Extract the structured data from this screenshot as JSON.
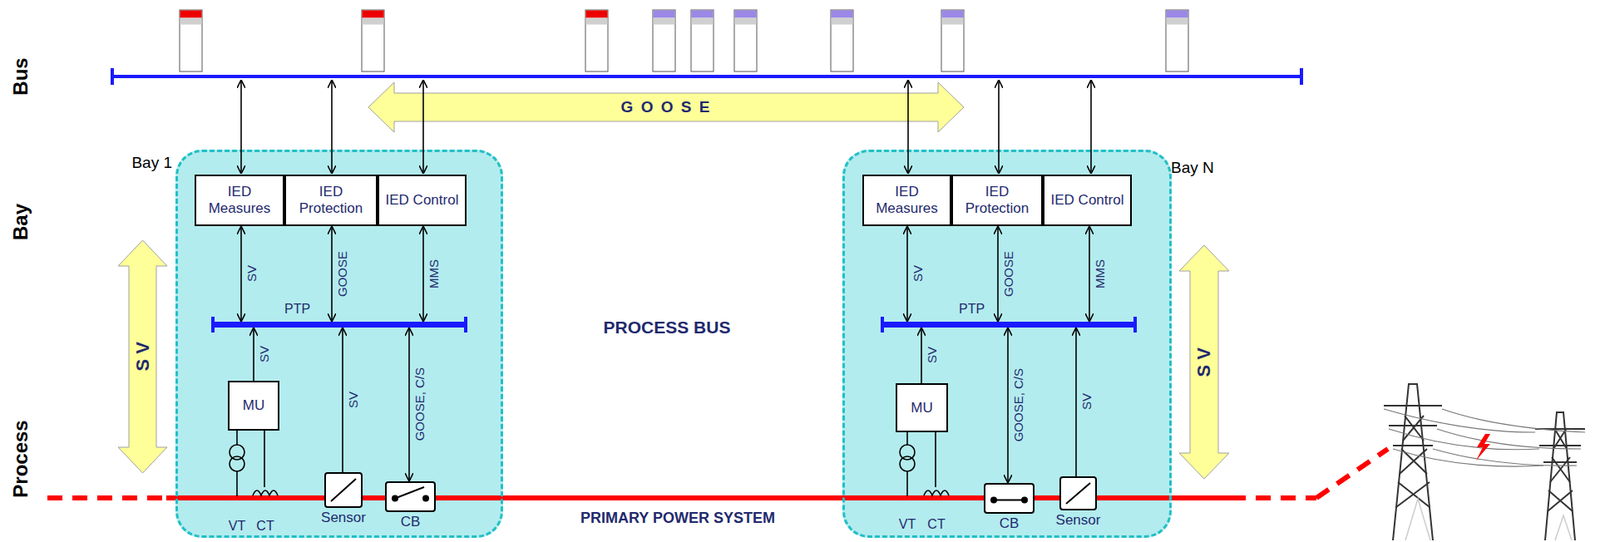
{
  "diagram": {
    "nodes": [
      {
        "text": [
          "G O O S E"
        ]
      },
      {
        "text": [
          "S V"
        ]
      },
      {
        "text": [
          "Bay 1"
        ]
      },
      {
        "text": [
          "IED Measures"
        ],
        "in": 2
      },
      {
        "text": [
          "IED Protection"
        ],
        "in": 2
      },
      {
        "text": [
          "IED Control"
        ],
        "in": 2
      },
      {
        "text": [
          "PTP"
        ],
        "in": 2
      },
      {
        "text": [
          "MU"
        ],
        "in": 2
      },
      {
        "text": [
          "Sensor"
        ],
        "in": 2
      },
      {
        "text": [
          "CB"
        ],
        "in": 2
      },
      {
        "text": [
          "Bay N"
        ]
      },
      {
        "text": [
          "IED Measures"
        ],
        "in": 10
      },
      {
        "text": [
          "IED Protection"
        ],
        "in": 10
      },
      {
        "text": [
          "IED Control"
        ],
        "in": 10
      },
      {
        "text": [
          "PTP"
        ],
        "in": 10
      },
      {
        "text": [
          "MU"
        ],
        "in": 10
      },
      {
        "text": [
          "CB"
        ],
        "in": 10
      },
      {
        "text": [
          "Sensor"
        ],
        "in": 10
      },
      {
        "text": [
          "S V"
        ]
      }
    ],
    "edges": [
      {
        "from": 3,
        "to": 6,
        "label": "SV",
        "arrow": "both"
      },
      {
        "from": 4,
        "to": 6,
        "label": "GOOSE",
        "arrow": "both"
      },
      {
        "from": 5,
        "to": 6,
        "label": "MMS",
        "arrow": "both"
      },
      {
        "from": 7,
        "to": 6,
        "label": "SV",
        "arrow": "to"
      },
      {
        "from": 8,
        "to": 6,
        "label": "SV",
        "arrow": "to"
      },
      {
        "from": 9,
        "to": 6,
        "label": "GOOSE, C/S",
        "arrow": "both"
      },
      {
        "from": 11,
        "to": 14,
        "label": "SV",
        "arrow": "both"
      },
      {
        "from": 12,
        "to": 14,
        "label": "GOOSE",
        "arrow": "both"
      },
      {
        "from": 13,
        "to": 14,
        "label": "MMS",
        "arrow": "both"
      },
      {
        "from": 15,
        "to": 14,
        "label": "SV",
        "arrow": "to"
      },
      {
        "from": 16,
        "to": 14,
        "label": "GOOSE, C/S",
        "arrow": "both"
      },
      {
        "from": 17,
        "to": 14,
        "label": "SV",
        "arrow": "to"
      }
    ],
    "labels": [
      "Bus",
      "Bay",
      "Process",
      "PROCESS BUS",
      "VT",
      "CT",
      "VT",
      "CT",
      "PRIMARY POWER SYSTEM"
    ]
  }
}
